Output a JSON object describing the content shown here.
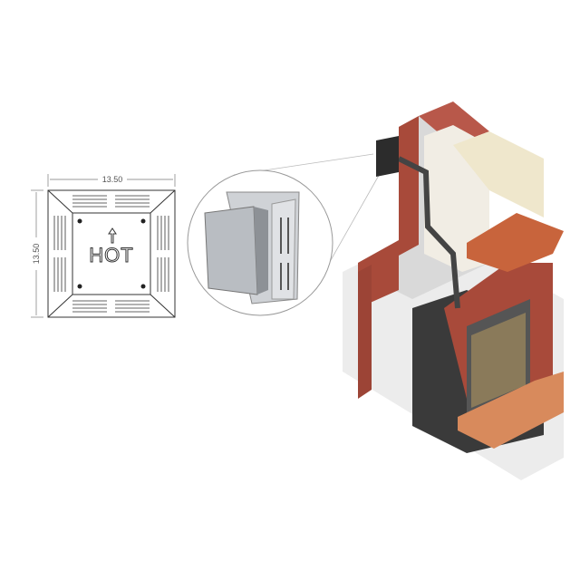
{
  "drawing": {
    "width_label": "13.50",
    "height_label": "13.50",
    "plate_label": "HOT",
    "arrow_icon": "up-arrow-icon"
  },
  "colors": {
    "brick": "#a84a3a",
    "plaster": "#e6e6e6",
    "firebox": "#3a3a3a",
    "pipe": "#444444",
    "mantel": "#c8643c",
    "hearth": "#d88a5c"
  }
}
